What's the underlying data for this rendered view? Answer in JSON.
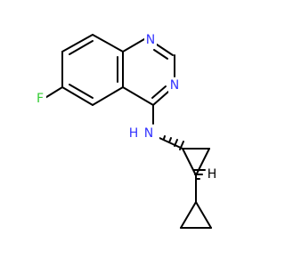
{
  "molecule": {
    "atoms": {
      "n1": {
        "label": "N",
        "color": "#3333ff"
      },
      "n3": {
        "label": "N",
        "color": "#3333ff"
      },
      "f": {
        "label": "F",
        "color": "#33cc33"
      },
      "amine_n": {
        "label": "N",
        "color": "#3333ff"
      },
      "amine_h": {
        "label": "H",
        "color": "#3333ff"
      },
      "stereo_h": {
        "label": "H",
        "color": "#000000"
      }
    }
  }
}
